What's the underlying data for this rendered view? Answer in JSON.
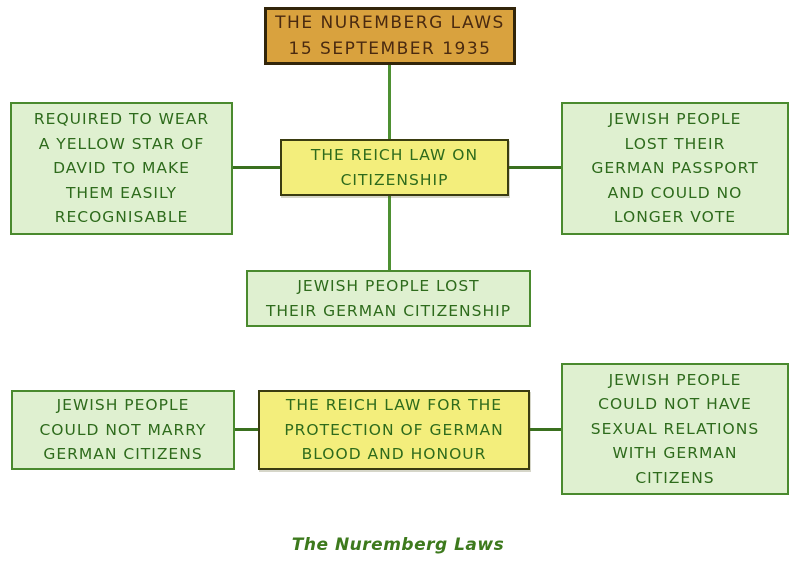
{
  "diagram": {
    "title_box": "THE NUREMBERG LAWS\n15 SEPTEMBER 1935",
    "law1": "THE REICH LAW ON\nCITIZENSHIP",
    "law1_left": "REQUIRED TO WEAR\nA YELLOW STAR OF\nDAVID TO MAKE\nTHEM EASILY\nRECOGNISABLE",
    "law1_right": "JEWISH PEOPLE\nLOST THEIR\nGERMAN PASSPORT\nAND COULD NO\nLONGER VOTE",
    "law1_bottom": "JEWISH PEOPLE LOST\nTHEIR GERMAN CITIZENSHIP",
    "law2": "THE REICH LAW FOR THE\nPROTECTION OF GERMAN\nBLOOD AND HONOUR",
    "law2_left": "JEWISH PEOPLE\nCOULD NOT MARRY\nGERMAN CITIZENS",
    "law2_right": "JEWISH PEOPLE\nCOULD NOT HAVE\nSEXUAL RELATIONS\nWITH GERMAN\nCITIZENS",
    "caption": "The Nuremberg Laws"
  },
  "colors": {
    "page-bg": "#ffffff",
    "orange-fill": "#d9a23e",
    "orange-border": "#32250a",
    "orange-text": "#4a2a10",
    "green-fill": "#dff0d0",
    "green-border": "#4a8a2e",
    "green-text": "#2e6b1c",
    "yellow-fill": "#f3ee7c",
    "yellow-border": "#3a3c10",
    "yellow-text": "#2e6b1c",
    "line-color": "#4e9032",
    "line-color-dark": "#3a701f",
    "caption-color": "#3d7a1d"
  }
}
